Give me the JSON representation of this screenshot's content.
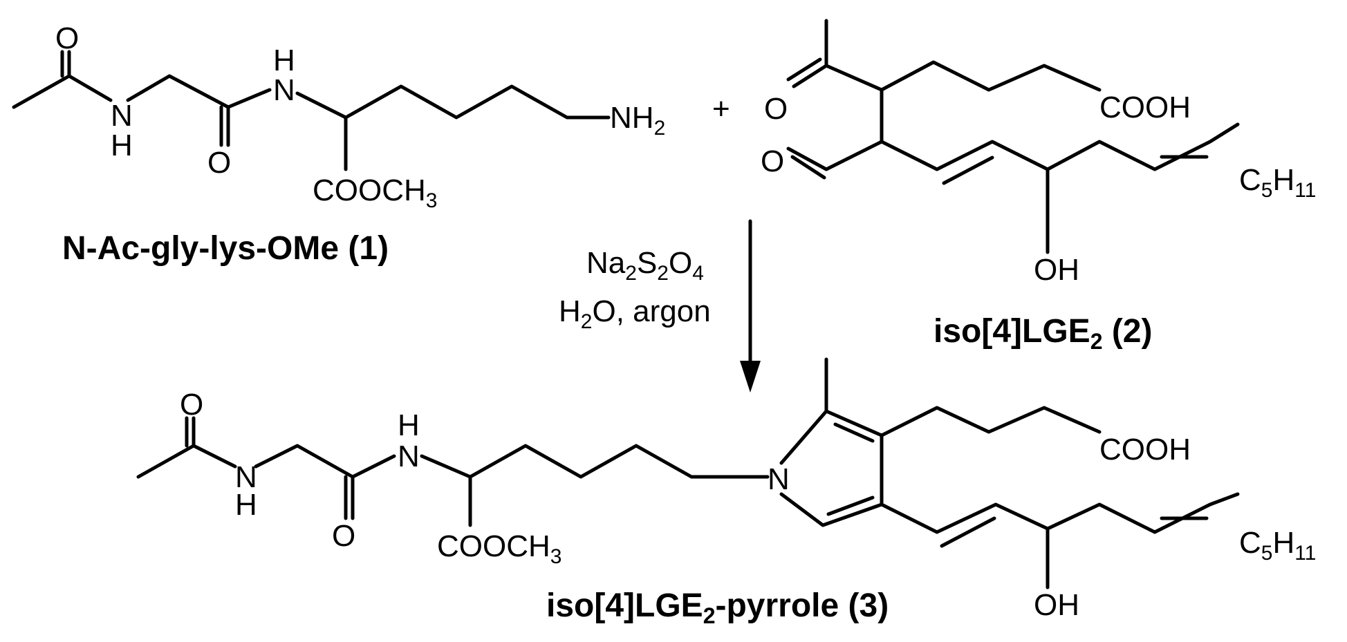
{
  "compounds": {
    "c1": {
      "name": "N-Ac-gly-lys-OMe (1)"
    },
    "c2": {
      "name_a": "iso[4]LGE",
      "name_sub": "2",
      "name_b": " (2)"
    },
    "c3": {
      "name_a": "iso[4]LGE",
      "name_sub": "2",
      "name_b": "-pyrrole (3)"
    }
  },
  "atoms": {
    "O": "O",
    "H": "H",
    "N": "N",
    "NH": "NH",
    "NH2_a": "NH",
    "NH2_sub": "2",
    "OH": "OH",
    "COOH": "COOH",
    "COOCH3_a": "COOCH",
    "COOCH3_sub": "3",
    "C5H11_a": "C",
    "C5H11_sub1": "5",
    "C5H11_b": "H",
    "C5H11_sub2": "11"
  },
  "plus": "+",
  "conditions": {
    "reagent_a": "Na",
    "reagent_s1": "2",
    "reagent_b": "S",
    "reagent_s2": "2",
    "reagent_c": "O",
    "reagent_s3": "4",
    "solvent_a": "H",
    "solvent_s1": "2",
    "solvent_b": "O, argon"
  }
}
